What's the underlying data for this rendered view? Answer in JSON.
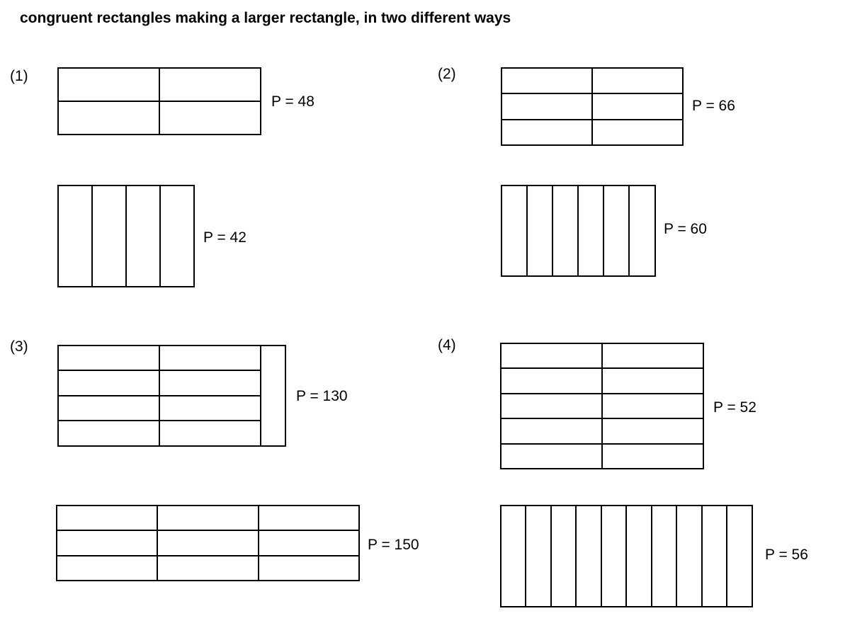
{
  "title": "congruent rectangles making a larger rectangle, in two different ways",
  "problems": [
    {
      "label": "(1)",
      "arrangements": [
        {
          "perimeter_label": "P = 48",
          "rows": 2,
          "cols": 2
        },
        {
          "perimeter_label": "P = 42",
          "rows": 1,
          "cols": 4
        }
      ]
    },
    {
      "label": "(2)",
      "arrangements": [
        {
          "perimeter_label": "P = 66",
          "rows": 3,
          "cols": 2
        },
        {
          "perimeter_label": "P = 60",
          "rows": 1,
          "cols": 6
        }
      ]
    },
    {
      "label": "(3)",
      "arrangements": [
        {
          "perimeter_label": "P = 130",
          "rows": 4,
          "cols": 2,
          "extra_vertical_pieces": 1
        },
        {
          "perimeter_label": "P = 150",
          "rows": 3,
          "cols": 3
        }
      ]
    },
    {
      "label": "(4)",
      "arrangements": [
        {
          "perimeter_label": "P = 52",
          "rows": 5,
          "cols": 2
        },
        {
          "perimeter_label": "P = 56",
          "rows": 1,
          "cols": 10
        }
      ]
    }
  ]
}
